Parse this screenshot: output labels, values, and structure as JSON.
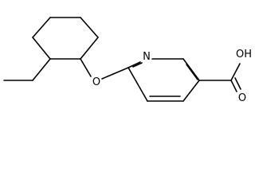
{
  "molecule": {
    "atoms": {
      "n_label": "N",
      "o_ether_label": "O",
      "oh_label": "OH",
      "o_carbonyl_label": "O"
    }
  },
  "colors": {
    "background": "#ffffff",
    "ink": "#000000"
  }
}
